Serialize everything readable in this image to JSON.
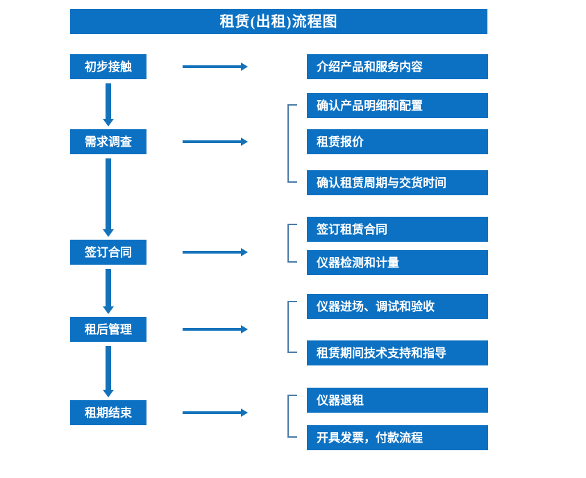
{
  "title": {
    "text": "租赁(出租)流程图"
  },
  "colors": {
    "box_blue": "#0C71C3",
    "arrow_blue": "#1372BA",
    "bracket_blue": "#4A7BA8",
    "background": "#FFFFFF",
    "box_text": "#FFFFFF"
  },
  "stages": [
    {
      "label": "初步接触"
    },
    {
      "label": "需求调查"
    },
    {
      "label": "签订合同"
    },
    {
      "label": "租后管理"
    },
    {
      "label": "租期结束"
    }
  ],
  "details": [
    {
      "label": "介绍产品和服务内容"
    },
    {
      "label": "确认产品明细和配置"
    },
    {
      "label": "租赁报价"
    },
    {
      "label": "确认租赁周期与交货时间"
    },
    {
      "label": "签订租赁合同"
    },
    {
      "label": "仪器检测和计量"
    },
    {
      "label": "仪器进场、调试和验收"
    },
    {
      "label": "租赁期间技术支持和指导"
    },
    {
      "label": "仪器退租"
    },
    {
      "label": "开具发票，付款流程"
    }
  ],
  "groups": [
    {
      "stage": "初步接触",
      "details": [
        "介绍产品和服务内容"
      ],
      "bracketed": false
    },
    {
      "stage": "需求调查",
      "details": [
        "确认产品明细和配置",
        "租赁报价",
        "确认租赁周期与交货时间"
      ],
      "bracketed": true
    },
    {
      "stage": "签订合同",
      "details": [
        "签订租赁合同",
        "仪器检测和计量"
      ],
      "bracketed": true
    },
    {
      "stage": "租后管理",
      "details": [
        "仪器进场、调试和验收",
        "租赁期间技术支持和指导"
      ],
      "bracketed": true
    },
    {
      "stage": "租期结束",
      "details": [
        "仪器退租",
        "开具发票，付款流程"
      ],
      "bracketed": true
    }
  ],
  "flow_connectors": {
    "vertical_arrow_count": 4,
    "horizontal_arrow_count": 5,
    "bracket_count": 4
  }
}
